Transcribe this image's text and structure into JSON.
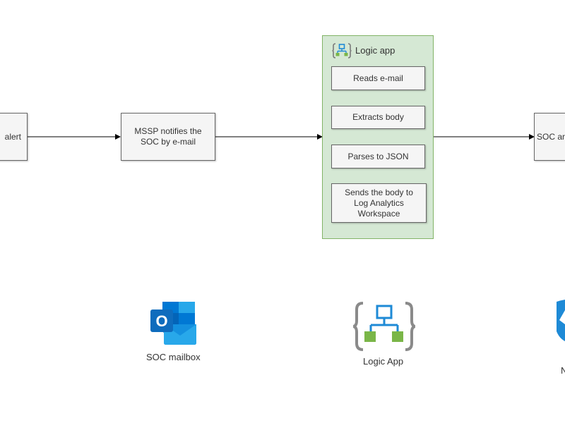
{
  "nodes": {
    "alert_box": "alert",
    "mssp_box": "MSSP notifies the\nSOC by e-mail",
    "soc_box": "SOC ar"
  },
  "logic_app_container": {
    "title": "Logic app",
    "steps": [
      "Reads e-mail",
      "Extracts body",
      "Parses to JSON",
      "Sends the body to\nLog Analytics\nWorkspace"
    ]
  },
  "icons": {
    "outlook": {
      "name": "outlook-icon",
      "caption": "SOC mailbox",
      "letter": "O",
      "color": "#0078d4"
    },
    "logic_app": {
      "name": "logic-app-icon",
      "caption": "Logic App",
      "color": "#1e8ad6",
      "node_color": "#7ab648"
    },
    "partial": {
      "name": "shield-icon",
      "caption": "N",
      "color": "#1e8ad6"
    }
  },
  "colors": {
    "container_fill": "#d5e8d4",
    "container_border": "#82b366",
    "box_fill": "#f5f5f5",
    "box_border": "#666666"
  }
}
